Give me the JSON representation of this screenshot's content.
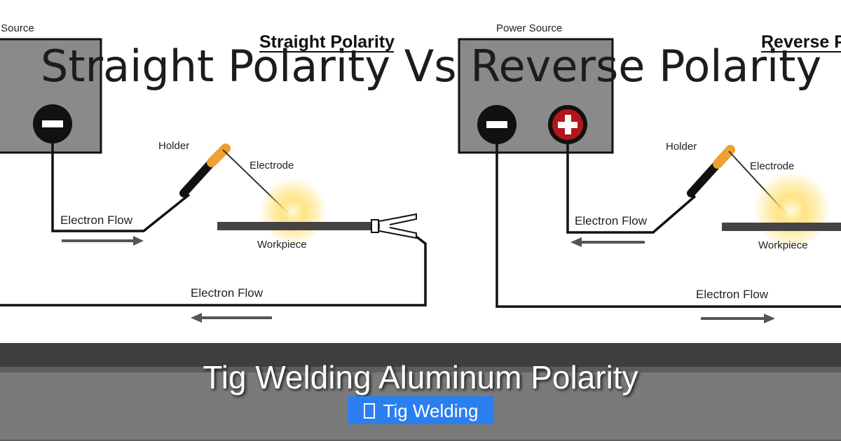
{
  "left_panel": {
    "power_source_label": "r Source",
    "title": "Straight Polarity",
    "negative_terminal": "−",
    "holder_label": "Holder",
    "electrode_label": "Electrode",
    "electron_flow_upper": "Electron Flow",
    "workpiece_label": "Workpiece",
    "electron_flow_lower": "Electron Flow"
  },
  "right_panel": {
    "power_source_label": "Power Source",
    "title": "Reverse Po",
    "negative_terminal": "−",
    "positive_terminal": "+",
    "holder_label": "Holder",
    "electrode_label": "Electrode",
    "electron_flow_upper": "Electron Flow",
    "workpiece_label": "Workpiece",
    "electron_flow_lower": "Electron Flow"
  },
  "banner": {
    "background_text": "Straight Polarity Vs Reverse Polarity"
  },
  "overlay": {
    "title": "Tig Welding Aluminum Polarity",
    "tag_label": "Tig Welding",
    "tag_icon": "folder-icon"
  },
  "colors": {
    "power_box": "#8a8a8a",
    "terminal_negative": "#111111",
    "terminal_positive": "#b3151b",
    "torch_tip": "#f0a030",
    "arc_glow": "#ffd54a",
    "tag_button": "#2b7ef0"
  }
}
